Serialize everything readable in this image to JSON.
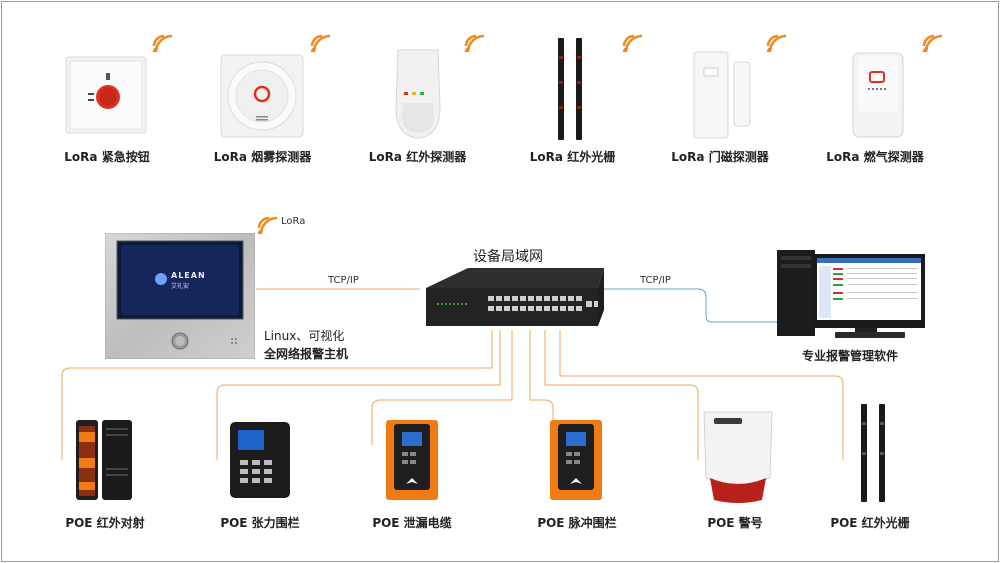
{
  "lora_devices": [
    {
      "label": "LoRa 紧急按钮"
    },
    {
      "label": "LoRa 烟雾探测器"
    },
    {
      "label": "LoRa 红外探测器"
    },
    {
      "label": "LoRa 红外光栅"
    },
    {
      "label": "LoRa 门磁探测器"
    },
    {
      "label": "LoRa 燃气探测器"
    }
  ],
  "host": {
    "lora_tag": "LoRa",
    "brand": "ALEAN",
    "brand_sub": "艾礼安",
    "desc_line1": "Linux、可视化",
    "desc_line2": "全网络报警主机"
  },
  "network": {
    "switch_label": "设备局域网",
    "link_left": "TCP/IP",
    "link_right": "TCP/IP"
  },
  "software": {
    "label": "专业报警管理软件"
  },
  "poe_devices": [
    {
      "label": "POE 红外对射"
    },
    {
      "label": "POE 张力围栏"
    },
    {
      "label": "POE 泄漏电缆"
    },
    {
      "label": "POE 脉冲围栏"
    },
    {
      "label": "POE 警号"
    },
    {
      "label": "POE 红外光栅"
    }
  ],
  "colors": {
    "wifi": "#f08a1c",
    "poe_line": "#f2a55a",
    "tcp_left": "#f2a55a",
    "tcp_right": "#5aa6d8",
    "device_orange": "#f07a14"
  }
}
